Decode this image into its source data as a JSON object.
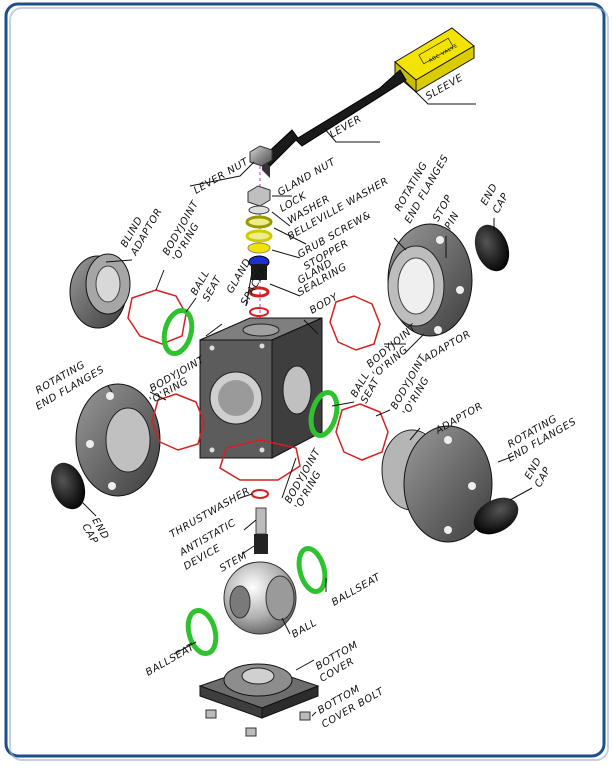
{
  "labels": {
    "sleeve": "SLEEVE",
    "lever": "LEVER",
    "lever_nut": "LEVER NUT",
    "gland_nut": "GLAND NUT",
    "lock": "LOCK",
    "washer": "WASHER",
    "belleville_washer": "BELLEVILLE WASHER",
    "rotating": "ROTATING",
    "end_flanges": "END FLANGES",
    "stop": "STOP",
    "pin": "PIN",
    "end": "END",
    "cap": "CAP",
    "grub_screw": "GRUB SCREW&",
    "stopper": "STOPPER",
    "gland": "GLAND",
    "sealring": "SEALRING",
    "spacer": "SPACER",
    "body": "BODY",
    "blind": "BLIND",
    "adaptor": "ADAPTOR",
    "adaptor_caps": "ADAPTOR",
    "bodyjoint": "BODYJOINT",
    "o_ring": "'O'RING",
    "ball": "BALL",
    "seat": "SEAT",
    "thrustwasher": "THRUSTWASHER",
    "antistatic": "ANTISTATIC",
    "device": "DEVICE",
    "stem": "STEM",
    "ballseat": "BALLSEAT",
    "bottom": "BOTTOM",
    "cover": "COVER",
    "cover_bolt": "COVER BOLT",
    "sleeve_tag": "ABC VALVE"
  },
  "colors": {
    "frame_border": "#1f4e8c",
    "sleeve": "#f2e400",
    "lever": "#1a1a1a",
    "metal": "#8c8c8c",
    "o_ring": "#d42020",
    "ball_seat": "#2fc22f",
    "end_cap": "#0d0d0d",
    "gland_blue": "#1d2fd6"
  }
}
